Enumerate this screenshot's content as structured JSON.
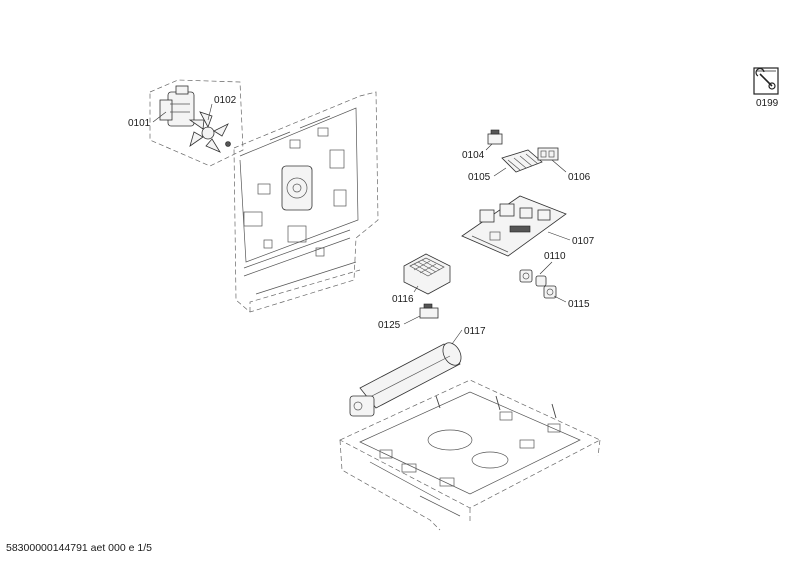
{
  "footer": {
    "doc_id": "58300000144791 aet 000 e 1/5"
  },
  "parts": {
    "p0101": "0101",
    "p0102": "0102",
    "p0104": "0104",
    "p0105": "0105",
    "p0106": "0106",
    "p0107": "0107",
    "p0110": "0110",
    "p0115": "0115",
    "p0116": "0116",
    "p0117": "0117",
    "p0125": "0125",
    "p0199": "0199"
  },
  "icons": {
    "service_icon": "tool-manual-icon"
  }
}
